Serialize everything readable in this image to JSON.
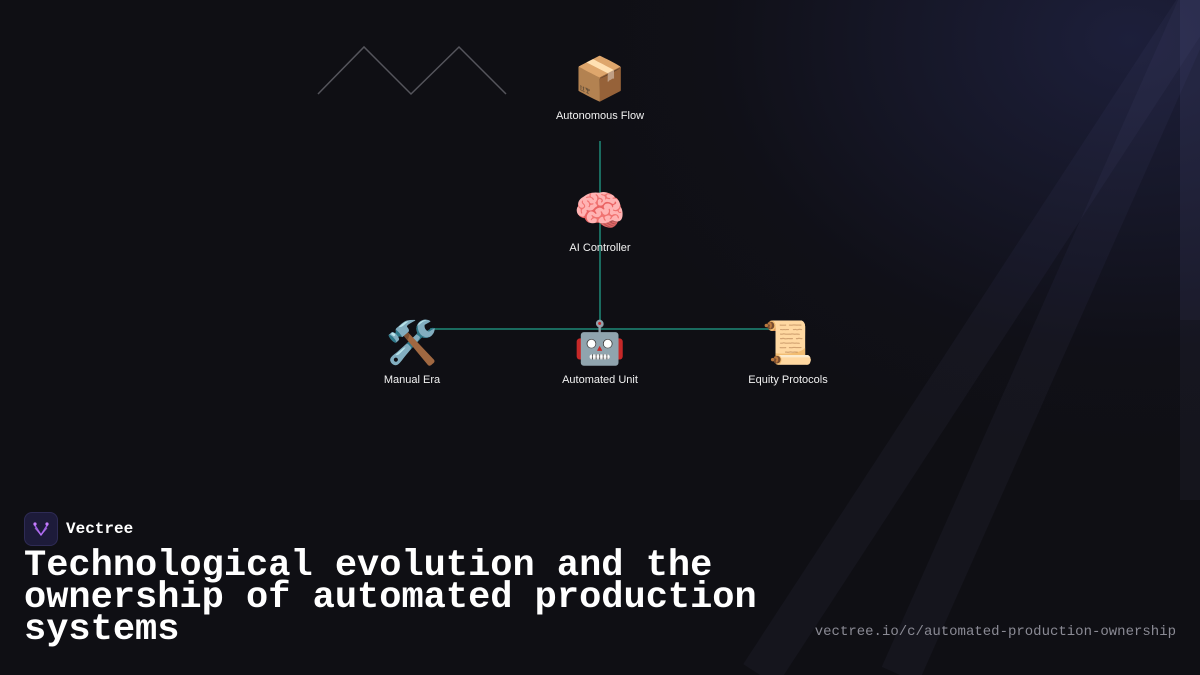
{
  "diagram": {
    "nodes": [
      {
        "id": "autonomous-flow",
        "label": "Autonomous Flow",
        "icon": "package-icon",
        "glyph": "📦"
      },
      {
        "id": "ai-controller",
        "label": "AI Controller",
        "icon": "brain-icon",
        "glyph": "🧠"
      },
      {
        "id": "manual-era",
        "label": "Manual Era",
        "icon": "tools-icon",
        "glyph": "🛠️"
      },
      {
        "id": "automated-unit",
        "label": "Automated Unit",
        "icon": "robot-icon",
        "glyph": "🤖"
      },
      {
        "id": "equity-protocols",
        "label": "Equity Protocols",
        "icon": "scroll-icon",
        "glyph": "📜"
      }
    ],
    "edges": [
      {
        "from": "autonomous-flow",
        "to": "ai-controller"
      },
      {
        "from": "ai-controller",
        "to": "automated-unit"
      },
      {
        "from": "manual-era",
        "to": "automated-unit"
      },
      {
        "from": "automated-unit",
        "to": "equity-protocols"
      }
    ],
    "colors": {
      "edge": "#1f8a78",
      "decor_line": "#55555c"
    }
  },
  "brand": {
    "name": "Vectree",
    "logo_icon": "vectree-logo-icon",
    "logo_color": "#9b5de5"
  },
  "headline": "Technological evolution and the ownership of automated production systems",
  "url": "vectree.io/c/automated-production-ownership"
}
